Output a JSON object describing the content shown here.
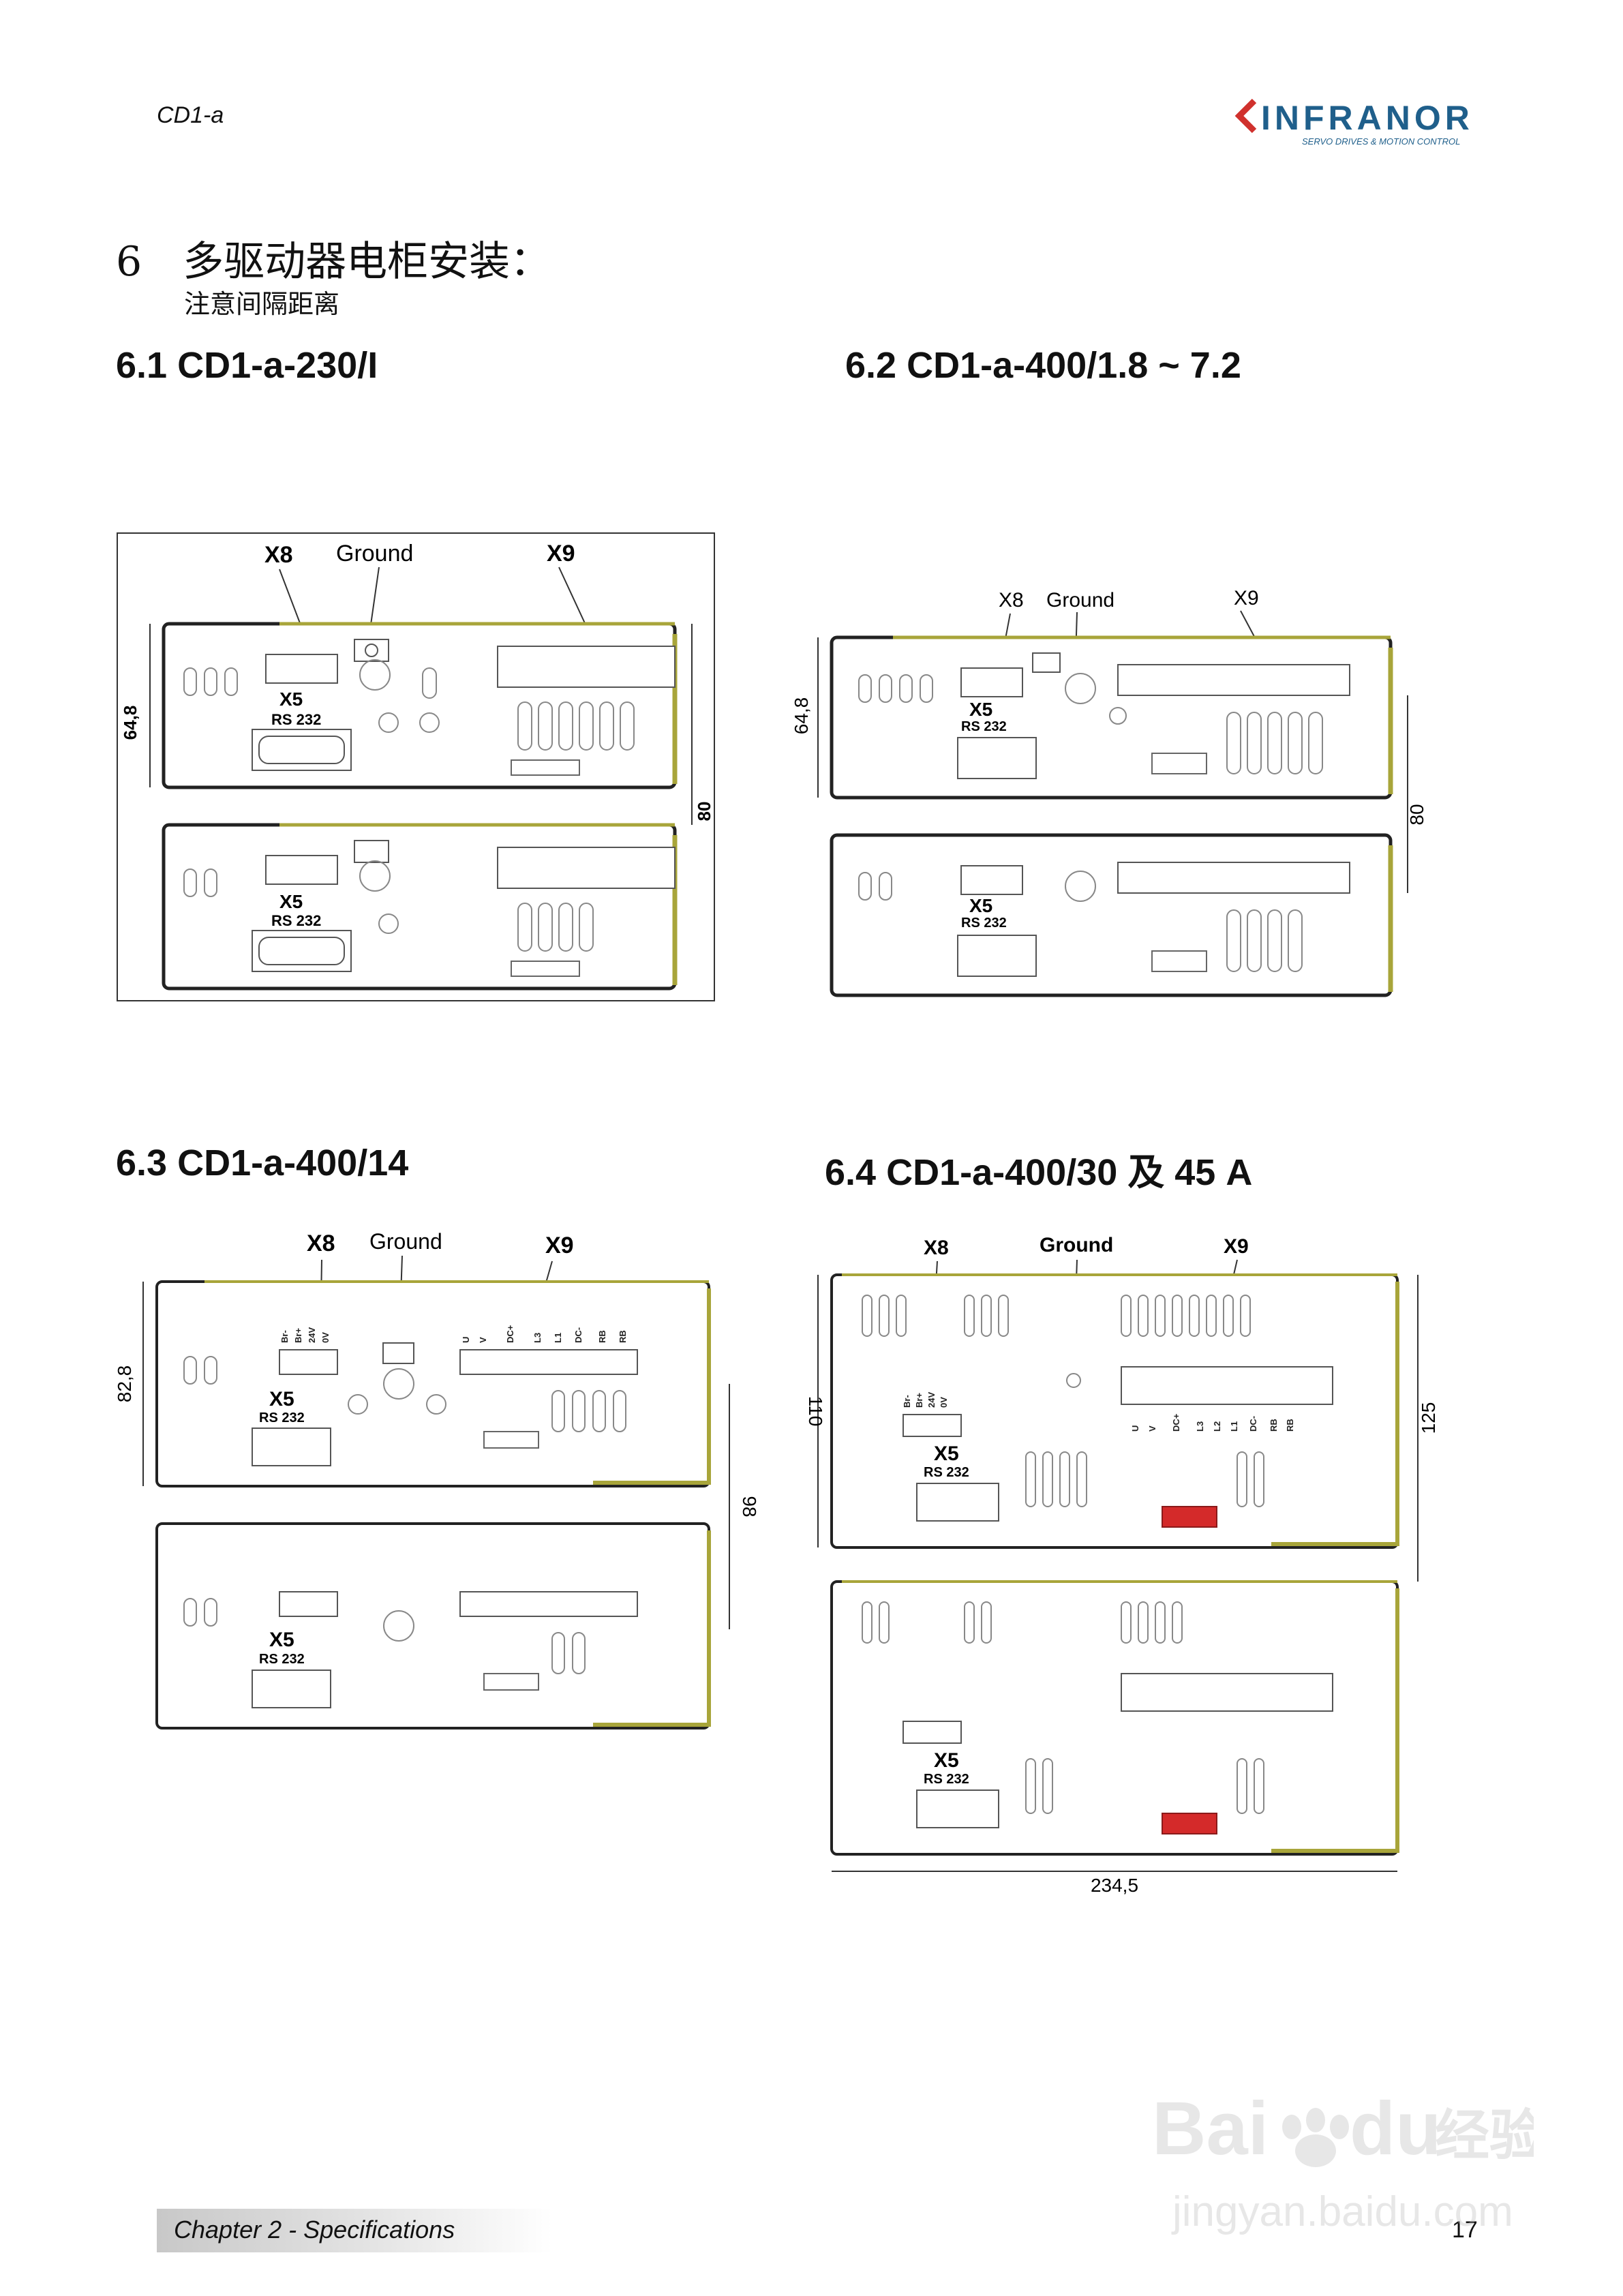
{
  "header": {
    "doc_code": "CD1-a",
    "brand": "INFRANOR",
    "brand_tagline": "SERVO DRIVES & MOTION CONTROL"
  },
  "section": {
    "number": "6",
    "title": "多驱动器电柜安装：",
    "note": "注意间隔距离"
  },
  "figures": [
    {
      "heading": "6.1 CD1-a-230/I",
      "labels": {
        "x8": "X8",
        "ground": "Ground",
        "x9": "X9",
        "x5": "X5",
        "rs232": "RS 232"
      },
      "dims": {
        "height": "64,8",
        "spacing": "80"
      }
    },
    {
      "heading": "6.2 CD1-a-400/1.8 ~ 7.2",
      "labels": {
        "x8": "X8",
        "ground": "Ground",
        "x9": "X9",
        "x5": "X5",
        "rs232": "RS 232"
      },
      "dims": {
        "height": "64,8",
        "spacing": "80"
      }
    },
    {
      "heading": "6.3 CD1-a-400/14",
      "labels": {
        "x8": "X8",
        "ground": "Ground",
        "x9": "X9",
        "x5": "X5",
        "rs232": "RS 232"
      },
      "x8_pins": [
        "Br-",
        "Br+",
        "24V",
        "0V"
      ],
      "x9_pins": [
        "U",
        "V",
        "DC+",
        "L3",
        "L1",
        "DC-",
        "RB",
        "RB"
      ],
      "dims": {
        "height": "82,8",
        "spacing": "98"
      }
    },
    {
      "heading": "6.4 CD1-a-400/30  及  45 A",
      "labels": {
        "x8": "X8",
        "ground": "Ground",
        "x9": "X9",
        "x5": "X5",
        "rs232": "RS 232"
      },
      "x8_pins": [
        "Br-",
        "Br+",
        "24V",
        "0V"
      ],
      "x9_pins": [
        "U",
        "V",
        "DC+",
        "L3",
        "L2",
        "L1",
        "DC-",
        "RB",
        "RB"
      ],
      "dims": {
        "height": "110",
        "spacing": "125",
        "width": "234,5"
      }
    }
  ],
  "footer": {
    "chapter": "Chapter 2 - Specifications",
    "page": "17"
  },
  "watermark": {
    "brand": "Bai",
    "brand2": "du",
    "product": "经验",
    "url": "jingyan.baidu.com"
  },
  "colors": {
    "accent_rail": "#a8a53a",
    "logo_red": "#d0312d",
    "logo_blue": "#1f5f8b",
    "dip_red": "#d42a2a"
  }
}
